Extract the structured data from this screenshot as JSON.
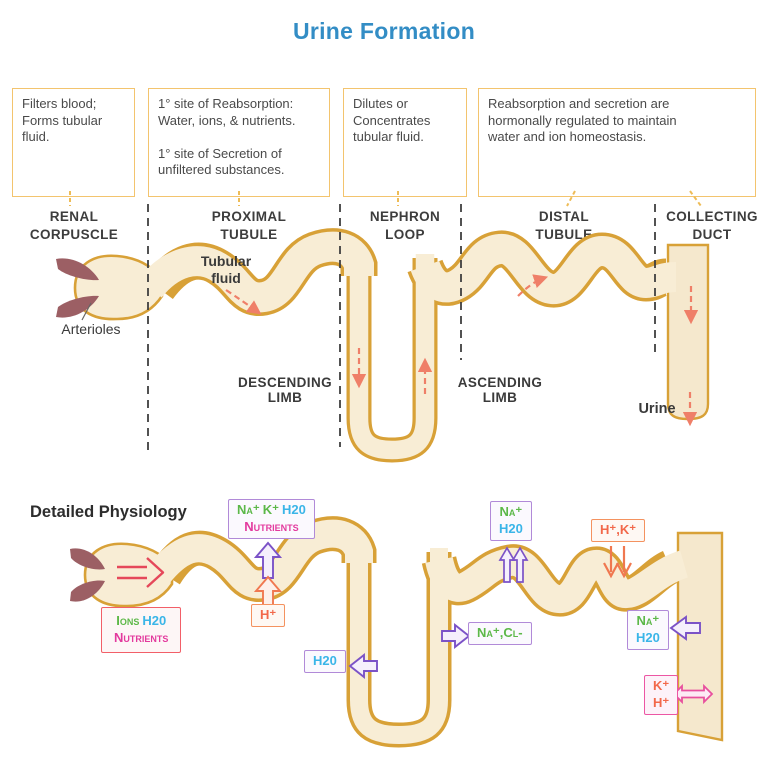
{
  "title": "Urine Formation",
  "overview": {
    "info_boxes": [
      {
        "text": "Filters blood;\nForms tubular\nfluid."
      },
      {
        "text": "1° site of Reabsorption:\nWater, ions, & nutrients.\n\n1° site of Secretion of\nunfiltered substances."
      },
      {
        "text": "Dilutes or\nConcentrates\ntubular fluid."
      },
      {
        "text": "Reabsorption and secretion are\nhormonally regulated to maintain\nwater and ion homeostasis."
      }
    ],
    "segment_labels": [
      "RENAL\nCORPUSCLE",
      "PROXIMAL\nTUBULE",
      "NEPHRON\nLOOP",
      "DISTAL\nTUBULE",
      "COLLECTING\nDUCT"
    ],
    "annotations": {
      "tubular_fluid": "Tubular\nfluid",
      "arterioles": "Arterioles",
      "descending_limb": "DESCENDING\nLIMB",
      "ascending_limb": "ASCENDING\nLIMB",
      "urine": "Urine"
    }
  },
  "physiology": {
    "section_title": "Detailed Physiology",
    "ion_boxes": {
      "pct_reabsorbed": {
        "row1": [
          {
            "text": "Na⁺",
            "color": "green"
          },
          {
            "text": "K⁺",
            "color": "green"
          },
          {
            "text": "H20",
            "color": "blue"
          }
        ],
        "row2": [
          {
            "text": "Nutrients",
            "color": "pink"
          }
        ]
      },
      "pct_secreted": {
        "row1": [
          {
            "text": "H⁺",
            "color": "orange"
          }
        ]
      },
      "filtrate": {
        "row1": [
          {
            "text": "Ions",
            "color": "green"
          },
          {
            "text": "H20",
            "color": "blue"
          }
        ],
        "row2": [
          {
            "text": "Nutrients",
            "color": "pink"
          }
        ]
      },
      "descending_h2o": {
        "row1": [
          {
            "text": "H20",
            "color": "blue"
          }
        ]
      },
      "ascending_nacl": {
        "row1": [
          {
            "text": "Na⁺,Cl-",
            "color": "green"
          }
        ]
      },
      "distal_reabsorbed": {
        "row1": [
          {
            "text": "Na⁺",
            "color": "green"
          }
        ],
        "row2": [
          {
            "text": "H20",
            "color": "blue"
          }
        ]
      },
      "distal_secreted": {
        "row1": [
          {
            "text": "H⁺,K⁺",
            "color": "orange"
          }
        ]
      },
      "duct_reabsorbed": {
        "row1": [
          {
            "text": "Na⁺",
            "color": "green"
          }
        ],
        "row2": [
          {
            "text": "H20",
            "color": "blue"
          }
        ]
      },
      "duct_exchange": {
        "row1": [
          {
            "text": "K⁺",
            "color": "orange"
          }
        ],
        "row2": [
          {
            "text": "H⁺",
            "color": "orange"
          }
        ]
      }
    }
  },
  "colors": {
    "title_blue": "#338dc5",
    "info_box_border": "#f3c46e",
    "tube_fill": "#f8edd5",
    "tube_border": "#d8a137",
    "duct_fill": "#f5e8cd",
    "divider_dash": "#3f3f3f",
    "connector_yellow": "#eebc57",
    "flow_arrow_red": "#ef7f68",
    "arteriole_maroon": "#9c5f64",
    "blood_arrow_red": "#e5485a",
    "ion_green": "#5cb848",
    "ion_blue": "#3ab5e8",
    "ion_pink": "#e33a9e",
    "ion_orange": "#f2684a",
    "arrow_purple": "#7b52c7",
    "border_purple": "#b18ad8",
    "border_orange": "#f4925f",
    "border_red": "#f25f68",
    "border_pink": "#ec56a4",
    "label_gray": "#3d3d3d"
  }
}
